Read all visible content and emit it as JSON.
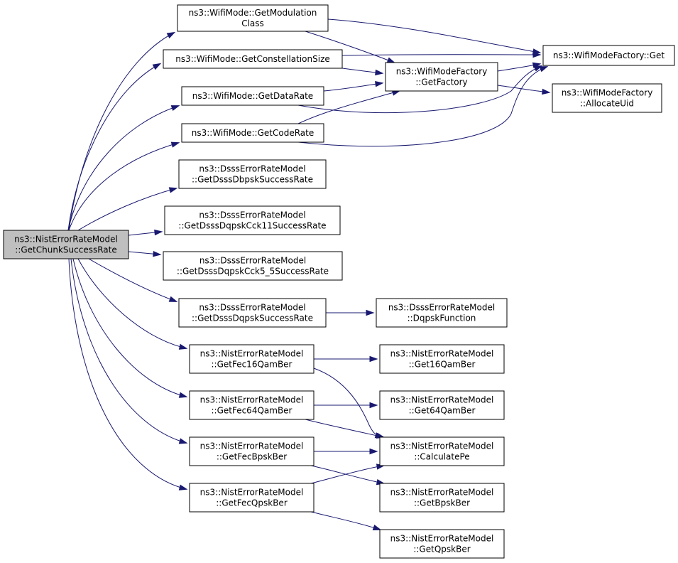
{
  "colors": {
    "edge": "#191970",
    "root_fill": "#bfbfbf",
    "node_fill": "#ffffff",
    "border": "#000000"
  },
  "nodes": {
    "root": {
      "lines": [
        "ns3::NistErrorRateModel",
        "::GetChunkSuccessRate"
      ]
    },
    "modclass": {
      "lines": [
        "ns3::WifiMode::GetModulation",
        "Class"
      ]
    },
    "constsize": {
      "lines": [
        "ns3::WifiMode::GetConstellationSize"
      ]
    },
    "datarate": {
      "lines": [
        "ns3::WifiMode::GetDataRate"
      ]
    },
    "coderate": {
      "lines": [
        "ns3::WifiMode::GetCodeRate"
      ]
    },
    "dbpsk": {
      "lines": [
        "ns3::DsssErrorRateModel",
        "::GetDsssDbpskSuccessRate"
      ]
    },
    "cck11": {
      "lines": [
        "ns3::DsssErrorRateModel",
        "::GetDsssDqpskCck11SuccessRate"
      ]
    },
    "cck55": {
      "lines": [
        "ns3::DsssErrorRateModel",
        "::GetDsssDqpskCck5_5SuccessRate"
      ]
    },
    "dqpsk": {
      "lines": [
        "ns3::DsssErrorRateModel",
        "::GetDsssDqpskSuccessRate"
      ]
    },
    "fec16": {
      "lines": [
        "ns3::NistErrorRateModel",
        "::GetFec16QamBer"
      ]
    },
    "fec64": {
      "lines": [
        "ns3::NistErrorRateModel",
        "::GetFec64QamBer"
      ]
    },
    "fecbpsk": {
      "lines": [
        "ns3::NistErrorRateModel",
        "::GetFecBpskBer"
      ]
    },
    "fecqpsk": {
      "lines": [
        "ns3::NistErrorRateModel",
        "::GetFecQpskBer"
      ]
    },
    "getfactory": {
      "lines": [
        "ns3::WifiModeFactory",
        "::GetFactory"
      ]
    },
    "mfget": {
      "lines": [
        "ns3::WifiModeFactory::Get"
      ]
    },
    "allocuid": {
      "lines": [
        "ns3::WifiModeFactory",
        "::AllocateUid"
      ]
    },
    "dqpskfn": {
      "lines": [
        "ns3::DsssErrorRateModel",
        "::DqpskFunction"
      ]
    },
    "get16": {
      "lines": [
        "ns3::NistErrorRateModel",
        "::Get16QamBer"
      ]
    },
    "get64": {
      "lines": [
        "ns3::NistErrorRateModel",
        "::Get64QamBer"
      ]
    },
    "calcpe": {
      "lines": [
        "ns3::NistErrorRateModel",
        "::CalculatePe"
      ]
    },
    "getbpsk": {
      "lines": [
        "ns3::NistErrorRateModel",
        "::GetBpskBer"
      ]
    },
    "getqpsk": {
      "lines": [
        "ns3::NistErrorRateModel",
        "::GetQpskBer"
      ]
    }
  },
  "edges": [
    [
      "root",
      "modclass"
    ],
    [
      "root",
      "constsize"
    ],
    [
      "root",
      "datarate"
    ],
    [
      "root",
      "coderate"
    ],
    [
      "root",
      "dbpsk"
    ],
    [
      "root",
      "cck11"
    ],
    [
      "root",
      "cck55"
    ],
    [
      "root",
      "dqpsk"
    ],
    [
      "root",
      "fec16"
    ],
    [
      "root",
      "fec64"
    ],
    [
      "root",
      "fecbpsk"
    ],
    [
      "root",
      "fecqpsk"
    ],
    [
      "modclass",
      "mfget"
    ],
    [
      "modclass",
      "getfactory"
    ],
    [
      "constsize",
      "mfget"
    ],
    [
      "constsize",
      "getfactory"
    ],
    [
      "datarate",
      "getfactory"
    ],
    [
      "datarate",
      "mfget"
    ],
    [
      "coderate",
      "getfactory"
    ],
    [
      "coderate",
      "mfget"
    ],
    [
      "getfactory",
      "mfget"
    ],
    [
      "getfactory",
      "allocuid"
    ],
    [
      "dqpsk",
      "dqpskfn"
    ],
    [
      "fec16",
      "get16"
    ],
    [
      "fec16",
      "calcpe"
    ],
    [
      "fec64",
      "get64"
    ],
    [
      "fec64",
      "calcpe"
    ],
    [
      "fecbpsk",
      "calcpe"
    ],
    [
      "fecbpsk",
      "getbpsk"
    ],
    [
      "fecqpsk",
      "calcpe"
    ],
    [
      "fecqpsk",
      "getqpsk"
    ]
  ]
}
